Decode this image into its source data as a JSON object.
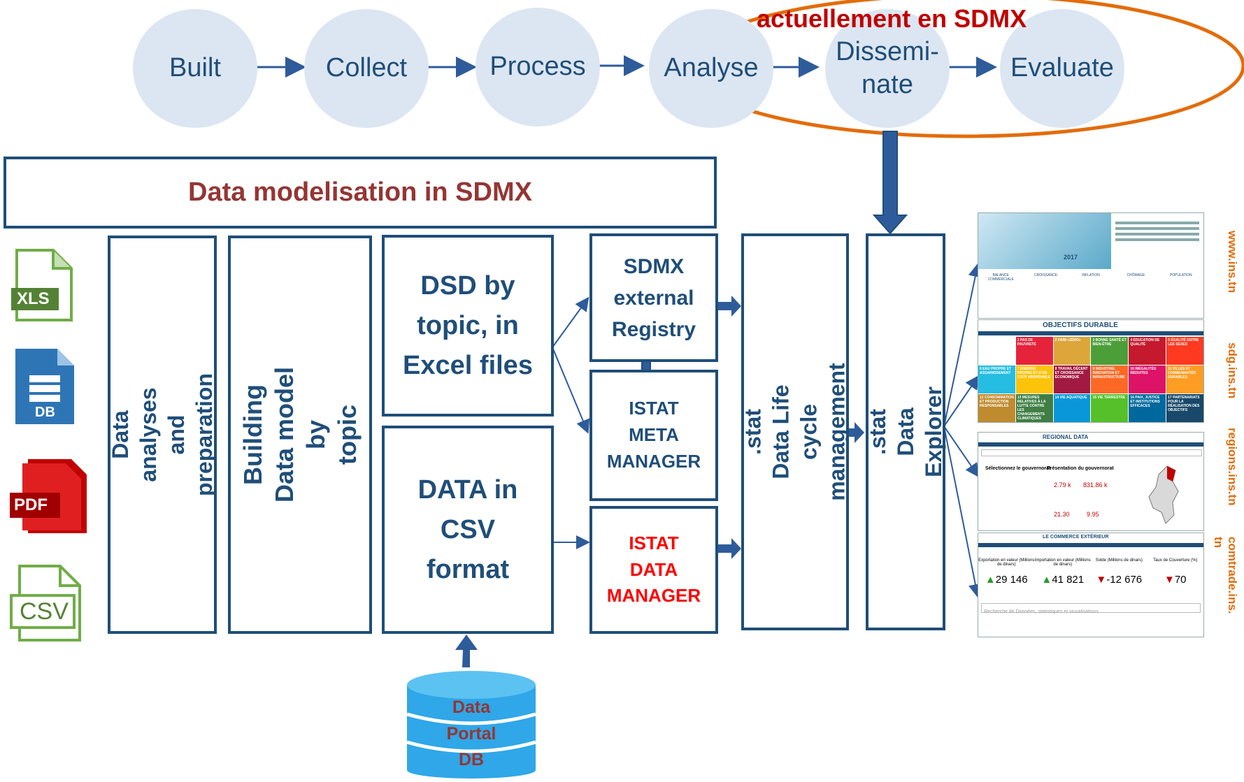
{
  "process": {
    "steps": [
      {
        "label": "Built"
      },
      {
        "label": "Collect"
      },
      {
        "label": "Process"
      },
      {
        "label": "Analyse"
      },
      {
        "label": "Dissemi-\nnate"
      },
      {
        "label": "Evaluate"
      }
    ],
    "highlight_label": "actuellement en SDMX"
  },
  "title": "Data modelisation in SDMX",
  "sources": {
    "icons": [
      {
        "label": "XLS",
        "icon": "xls-file-icon"
      },
      {
        "label": "DB",
        "icon": "db-file-icon"
      },
      {
        "label": "PDF",
        "icon": "pdf-file-icon"
      },
      {
        "label": "CSV",
        "icon": "csv-file-icon"
      }
    ]
  },
  "boxes": {
    "analyses": "Data analyses\nand preparation",
    "building": "Building Data model by\ntopic",
    "dsd": "DSD by\ntopic, in\nExcel files",
    "data_csv": "DATA in\nCSV\nformat",
    "sdmx_registry": "SDMX\nexternal\nRegistry",
    "meta_manager": "ISTAT\nMETA\nMANAGER",
    "data_manager": "ISTAT\nDATA\nMANAGER",
    "lifecycle": ".stat\nData Life cycle management",
    "explorer": ".stat\nData Explorer"
  },
  "database": {
    "label": "Data\nPortal\nDB"
  },
  "portals": [
    {
      "url": "www.ins.tn"
    },
    {
      "url": "sdg.ins.tn"
    },
    {
      "url": "regions.ins.tn"
    },
    {
      "url": "comtrade.ins.\ntn"
    }
  ],
  "screenshots": {
    "sdg_header": "OBJECTIFS DURABLE",
    "regional_header": "REGIONAL DATA",
    "regional_labels": [
      "Sélectionnez le gouvernorat",
      "Présentation du gouvernorat"
    ],
    "regional_values": [
      "2.79 k",
      "831.86 k",
      "21.30",
      "9.95"
    ],
    "comtrade_header": "LE COMMERCE EXTÉRIEUR",
    "comtrade_cols": [
      "Exportation en valeur (Millions de dinars)",
      "Importation en valeur (Millions de dinars)",
      "Solde (Millions de dinars)",
      "Taux de Couverture (%)"
    ],
    "comtrade_values": [
      "29 146",
      "41 821",
      "-12 676",
      "70"
    ],
    "comtrade_search": "Recherche de Données, statistiques et visualisations",
    "www_year": "2017",
    "www_stats": [
      "BALANCE COMMERCIALE",
      "CROISSANCE",
      "INFLATION",
      "CHÔMAGE",
      "POPULATION"
    ],
    "sdg_goals": [
      "PAS DE PAUVRETÉ",
      "FAIM «ZÉRO»",
      "BONNE SANTÉ ET BIEN-ÊTRE",
      "ÉDUCATION DE QUALITÉ",
      "ÉGALITÉ ENTRE LES SEXES",
      "EAU PROPRE ET ASSAINISSEMENT",
      "ÉNERGIE PROPRE ET D'UN COÛT ABORDABLE",
      "TRAVAIL DÉCENT ET CROISSANCE ÉCONOMIQUE",
      "INDUSTRIE, INNOVATION ET INFRASTRUCTURE",
      "INÉGALITÉS RÉDUITES",
      "VILLES ET COMMUNAUTÉS DURABLES",
      "CONSOMMATION ET PRODUCTION RESPONSABLES",
      "MESURES RELATIVES À LA LUTTE CONTRE LES CHANGEMENTS CLIMATIQUES",
      "VIE AQUATIQUE",
      "VIE TERRESTRE",
      "PAIX, JUSTICE ET INSTITUTIONS EFFICACES",
      "PARTENARIATS POUR LA RÉALISATION DES OBJECTIFS"
    ]
  },
  "colors": {
    "primary": "#1f4e79",
    "circle_fill": "#dce6f2",
    "highlight": "#c00000",
    "ellipse": "#e36c09",
    "arrow": "#2e5c9a"
  }
}
